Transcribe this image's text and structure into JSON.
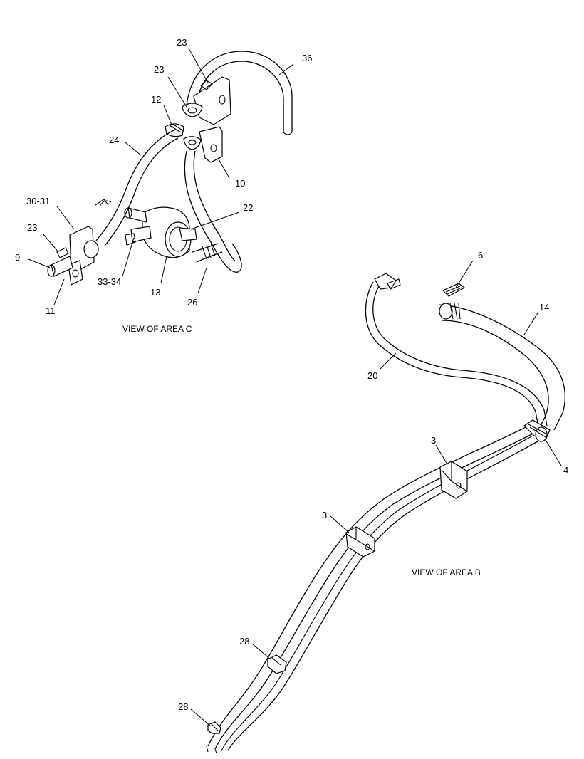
{
  "diagram": {
    "callouts": {
      "c_23a": "23",
      "c_36": "36",
      "c_23b": "23",
      "c_12": "12",
      "c_24": "24",
      "c_10": "10",
      "c_22": "22",
      "c_30_31": "30-31",
      "c_23c": "23",
      "c_9": "9",
      "c_33_34": "33-34",
      "c_13": "13",
      "c_26": "26",
      "c_11": "11",
      "c_6": "6",
      "c_14": "14",
      "c_20": "20",
      "c_3a": "3",
      "c_4": "4",
      "c_3b": "3",
      "c_28a": "28",
      "c_28b": "28"
    },
    "captions": {
      "area_c": "VIEW OF AREA C",
      "area_b": "VIEW OF AREA B"
    }
  }
}
